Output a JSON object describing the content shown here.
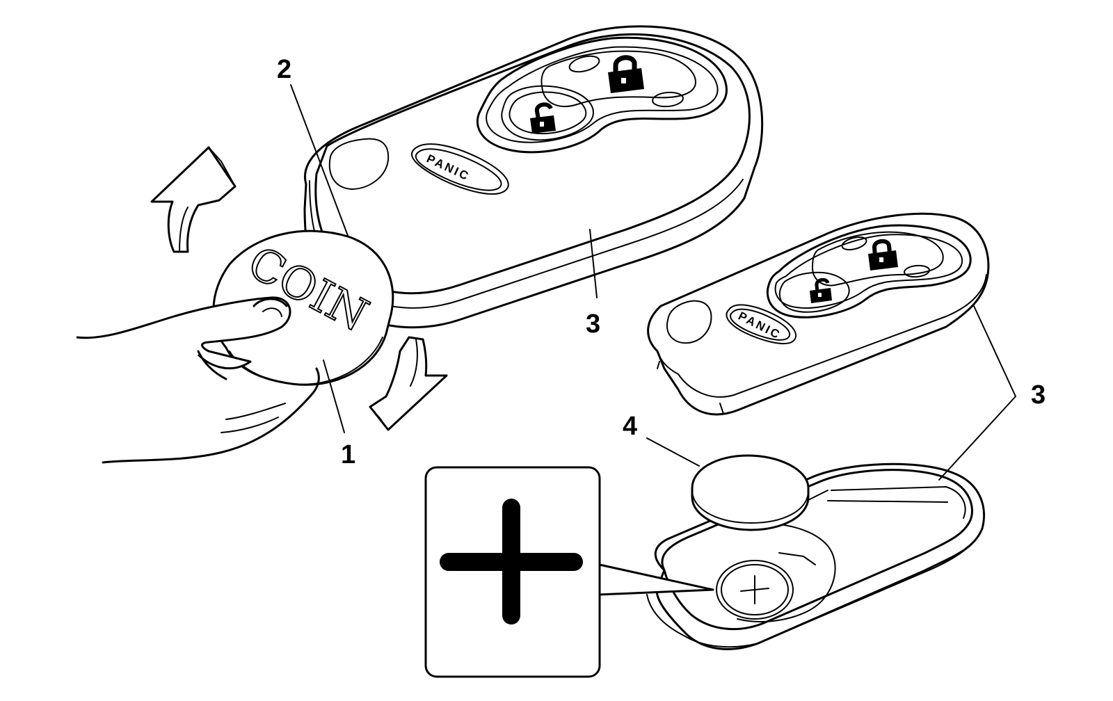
{
  "callouts": {
    "coin": "1",
    "slot": "2",
    "housing_left": "3",
    "housing_right": "3",
    "battery": "4"
  },
  "labels": {
    "coin_text": "COIN",
    "panic_large": "PANIC",
    "panic_small": "PANIC"
  },
  "icons": {
    "lock": "lock-icon",
    "unlock": "unlock-icon",
    "plus": "plus-icon",
    "arrow_up": "curved-arrow-up-icon",
    "arrow_down": "curved-arrow-down-icon"
  }
}
